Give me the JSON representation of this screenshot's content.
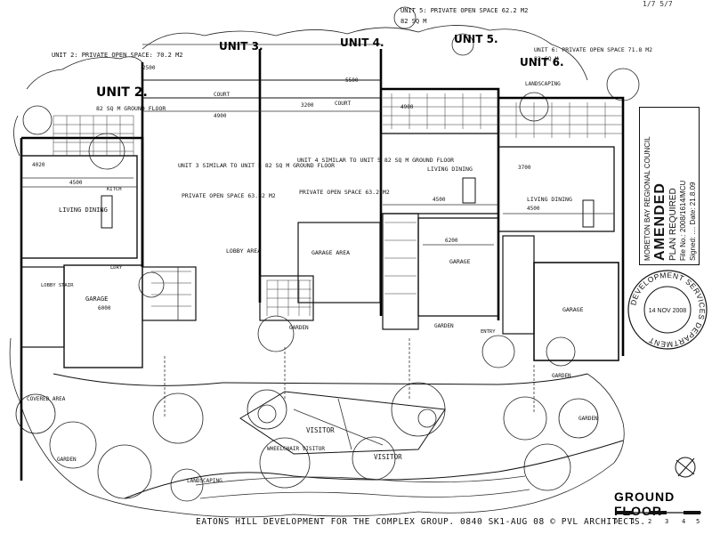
{
  "corner_note": "1/7 5/7",
  "units": [
    {
      "id": "unit2",
      "title": "UNIT 2.",
      "private_open_space": "UNIT 2: PRIVATE OPEN SPACE: 70.2 M2",
      "area": "82 SQ M GROUND FLOOR"
    },
    {
      "id": "unit3",
      "title": "UNIT 3.",
      "note": "UNIT 3 SIMILAR TO UNIT 5 82 SQ M GROUND FLOOR",
      "private_open_space": "PRIVATE OPEN SPACE 63.82 M2"
    },
    {
      "id": "unit4",
      "title": "UNIT 4.",
      "note": "UNIT 4 SIMILAR TO UNIT 5 82 SQ M GROUND FLOOR",
      "private_open_space": "PRIVATE OPEN SPACE 63.2 M2"
    },
    {
      "id": "unit5",
      "title": "UNIT 5.",
      "private_open_space": "UNIT 5: PRIVATE OPEN SPACE 62.2 M2",
      "area": "82 SQ M"
    },
    {
      "id": "unit6",
      "title": "UNIT 6.",
      "private_open_space": "UNIT 6: PRIVATE OPEN SPACE 71.8 M2",
      "area": "82 SQ M"
    }
  ],
  "room_labels": {
    "living_dining": "LIVING DINING",
    "garage": "GARAGE",
    "garage_area": "GARAGE AREA",
    "lobby_area": "LOBBY AREA",
    "court": "COURT",
    "kitchen": "KITCH",
    "laundry": "LDRY",
    "lobby_stair": "LOBBY STAIR",
    "garden": "GARDEN",
    "covered_area": "COVERED AREA",
    "landscaping": "LANDSCAPING",
    "visitor": "VISITOR",
    "wheelchair_visitor": "WHEELCHAIR VISITOR",
    "entry": "ENTRY"
  },
  "dimensions": {
    "d4900": "4900",
    "d4500": "4500",
    "d6200": "6200",
    "d4020": "4020",
    "d6000": "6000",
    "d3700": "3700",
    "d3200": "3200",
    "d2500": "2500",
    "d5500": "5500"
  },
  "stamp": {
    "council": "MORETON BAY REGIONAL COUNCIL",
    "status": "AMENDED",
    "plan_required": "PLAN REQUIRED",
    "file_no": "File No.: 2008/1614/MCU",
    "signed": "Signed: .... Date: 21.8.09"
  },
  "dept_stamp": {
    "ring": "DEVELOPMENT SERVICES DEPARTMENT",
    "date": "14 NOV 2008"
  },
  "drawing_title": "GROUND FLOOR",
  "scale_labels": [
    "0",
    "1",
    "2",
    "3",
    "4",
    "5"
  ],
  "footer": "EATONS HILL DEVELOPMENT FOR THE COMPLEX GROUP. 0840 SK1-AUG 08 © PVL ARCHITECTS."
}
